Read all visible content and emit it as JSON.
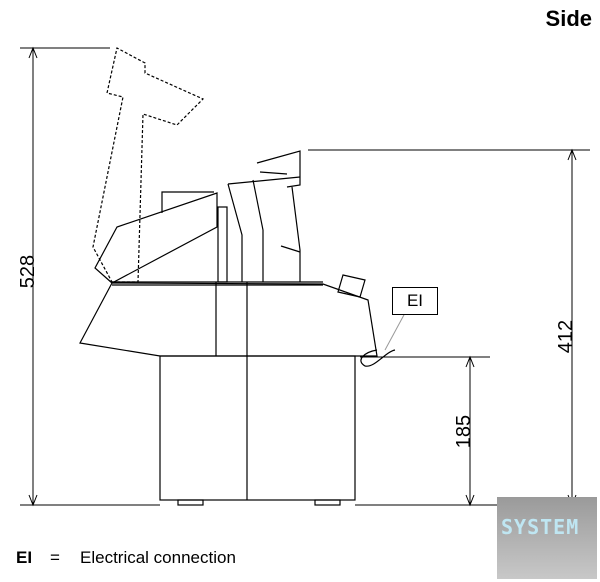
{
  "title": "Side",
  "dimensions": {
    "overall_height": "528",
    "height_to_chute": "412",
    "base_height": "185"
  },
  "callout": "EI",
  "legend": {
    "abbr": "EI",
    "equals": "=",
    "text": "Electrical connection"
  },
  "watermark": "SYSTEM"
}
